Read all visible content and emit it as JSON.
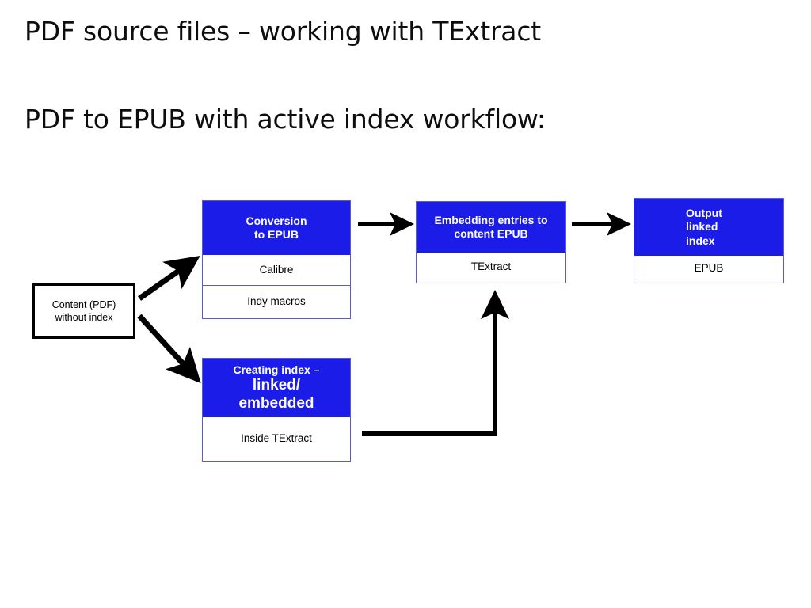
{
  "slide": {
    "title": "PDF source files – working with TExtract",
    "subtitle": "PDF to EPUB with active index workflow:"
  },
  "diagram": {
    "colors": {
      "header_blue": "#1c1ce8",
      "border_blue": "#5b5bc7",
      "box_white": "#ffffff",
      "arrow_black": "#000000",
      "text_black": "#0d0d0d"
    },
    "start_box": {
      "line1": "Content (PDF)",
      "line2": "without index"
    },
    "boxes": [
      {
        "id": "conversion",
        "header_lines": [
          "Conversion",
          "to EPUB"
        ],
        "rows": [
          "Calibre",
          "Indy macros"
        ]
      },
      {
        "id": "embedding",
        "header_lines": [
          "Embedding entries to",
          "content EPUB"
        ],
        "rows": [
          "TExtract"
        ]
      },
      {
        "id": "output",
        "header_lines": [
          "Output",
          "linked",
          "index"
        ],
        "rows": [
          "EPUB"
        ]
      },
      {
        "id": "creating",
        "header_small": "Creating index –",
        "header_big_lines": [
          "linked/",
          "embedded"
        ],
        "rows": [
          "Inside TExtract"
        ]
      }
    ]
  }
}
